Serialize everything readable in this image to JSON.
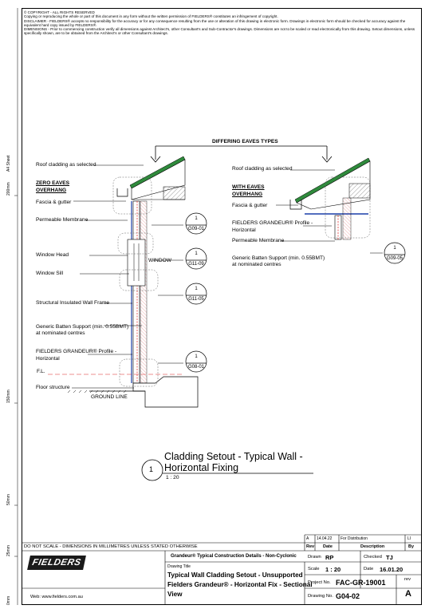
{
  "notes": {
    "copyright": "© COPYRIGHT - ALL RIGHTS RESERVED",
    "copying": "Copying or reproducing the whole or part of this document in any form without the written permission of FIELDERS® constitutes an infringement of copyright.",
    "disclaimer": "DISCLAIMER - FIELDERS® accepts no responsibility for the accuracy or for any consequence resulting from the use or alteration of this drawing in electronic form. Drawings in electronic form should be checked for accuracy against the equivalent hard copy issued by FIELDERS®.",
    "dimensions": "DIMENSIONS - Prior to commencing construction verify all dimensions against Architect's, other Consultant's and Sub-Contractor's drawings. Dimensions are not to be scaled or read electronically from this drawing. Setout dimensions, unless specifically shown, are to be obtained from the Architect's or other Consultant's drawings."
  },
  "side_scale": {
    "sheet": "A4 Sheet",
    "m200": "200mm",
    "m150": "150mm",
    "m50": "50mm",
    "m25": "25mm",
    "m0": "0mm"
  },
  "drawing": {
    "heading": "DIFFERING EAVES TYPES",
    "left": {
      "roof": "Roof cladding as selected",
      "zero_eaves_1": "ZERO EAVES",
      "zero_eaves_2": "OVERHANG",
      "fascia": "Fascia & gutter",
      "membrane": "Permeable Membrane",
      "window_head": "Window Head",
      "window": "WINDOW",
      "window_sill": "Window Sill",
      "siwf": "Structural Insulated Wall Frame",
      "batten_1": "Generic Batten Support (min. 0.55BMT)",
      "batten_2": "at nominated centres",
      "profile_1": "FIELDERS GRANDEUR® Profile -",
      "profile_2": "Horizontal",
      "fl": "F.L.",
      "floor": "Floor structure",
      "ground": "GROUND LINE"
    },
    "right": {
      "roof": "Roof cladding as selected",
      "with_eaves_1": "WITH EAVES",
      "with_eaves_2": "OVERHANG",
      "fascia": "Fascia & gutter",
      "profile_1": "FIELDERS GRANDEUR® Profile -",
      "profile_2": "Horizontal",
      "membrane": "Permeable Membrane",
      "batten_1": "Generic Batten Support (min. 0.55BMT)",
      "batten_2": "at nominated centres"
    },
    "callouts": [
      {
        "num": "1",
        "ref": "G09-01"
      },
      {
        "num": "1",
        "ref": "G11-09"
      },
      {
        "num": "1",
        "ref": "G11-05"
      },
      {
        "num": "1",
        "ref": "G08-01"
      },
      {
        "num": "1",
        "ref": "G09-05"
      }
    ],
    "title_1": "Cladding Setout - Typical Wall -",
    "title_2": "Horizontal Fixing",
    "title_num": "1",
    "scale": "1 : 20"
  },
  "title_block": {
    "rev_row": {
      "rev": "A",
      "date": "14.04.22",
      "desc": "For Distribution",
      "by": "LI"
    },
    "headers": {
      "rev": "Rev",
      "date": "Date",
      "desc": "Description",
      "by": "By"
    },
    "do_not_scale": "DO NOT SCALE - DIMENSIONS IN MILLIMETRES UNLESS STATED OTHERWISE",
    "logo": "FIELDERS",
    "web": "Web: www.fielders.com.au",
    "series": "Grandeur® Typical Construction Details - Non-Cyclonic",
    "drawing_title_label": "Drawing Title",
    "drawing_title_1": "Typical Wall Cladding Setout - Unsupported",
    "drawing_title_2": "Fielders Grandeur® - Horizontal Fix - Sectional",
    "drawing_title_3": "View",
    "drawn_label": "Drawn",
    "drawn": "RP",
    "checked_label": "Checked",
    "checked": "TJ",
    "scale_label": "Scale",
    "scale": "1 : 20",
    "date_label": "Date",
    "date": "16.01.20",
    "project_label": "Project No.",
    "project": "FAC-GR-19001",
    "rev_label": "rev",
    "rev": "A",
    "drawing_no_label": "Drawing No.",
    "drawing_no": "G04-02"
  }
}
